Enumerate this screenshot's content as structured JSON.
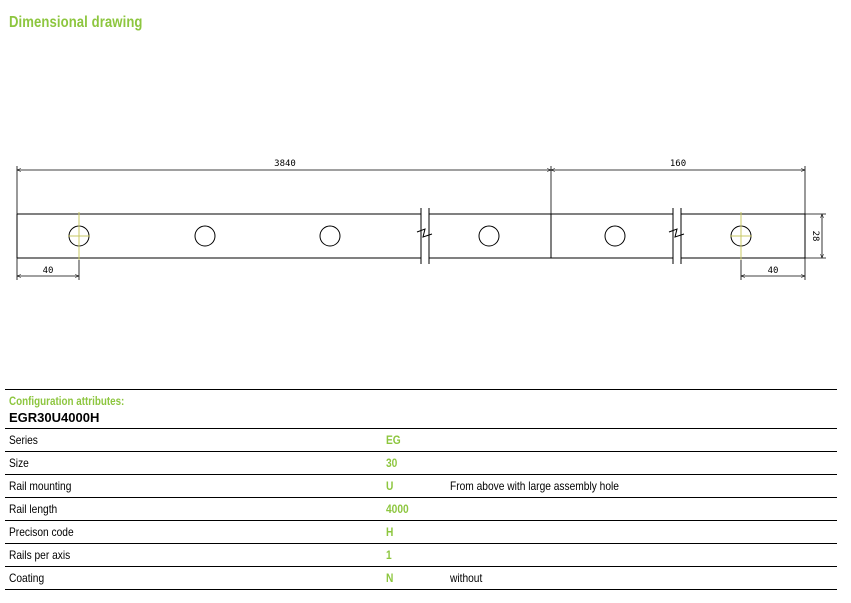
{
  "title": "Dimensional drawing",
  "drawing": {
    "dim_top_left": "3840",
    "dim_top_right": "160",
    "dim_height": "28",
    "dim_bottom_left": "40",
    "dim_bottom_right": "40"
  },
  "config": {
    "label": "Configuration attributes:",
    "code": "EGR30U4000H",
    "rows": [
      {
        "name": "Series",
        "value": "EG",
        "desc": ""
      },
      {
        "name": "Size",
        "value": "30",
        "desc": ""
      },
      {
        "name": "Rail mounting",
        "value": "U",
        "desc": "From above with large assembly hole"
      },
      {
        "name": "Rail length",
        "value": "4000",
        "desc": ""
      },
      {
        "name": "Precison code",
        "value": "H",
        "desc": ""
      },
      {
        "name": "Rails per axis",
        "value": "1",
        "desc": ""
      },
      {
        "name": "Coating",
        "value": "N",
        "desc": "without"
      }
    ]
  },
  "colors": {
    "accent": "#8dc63f",
    "center_mark": "#c8c864"
  }
}
